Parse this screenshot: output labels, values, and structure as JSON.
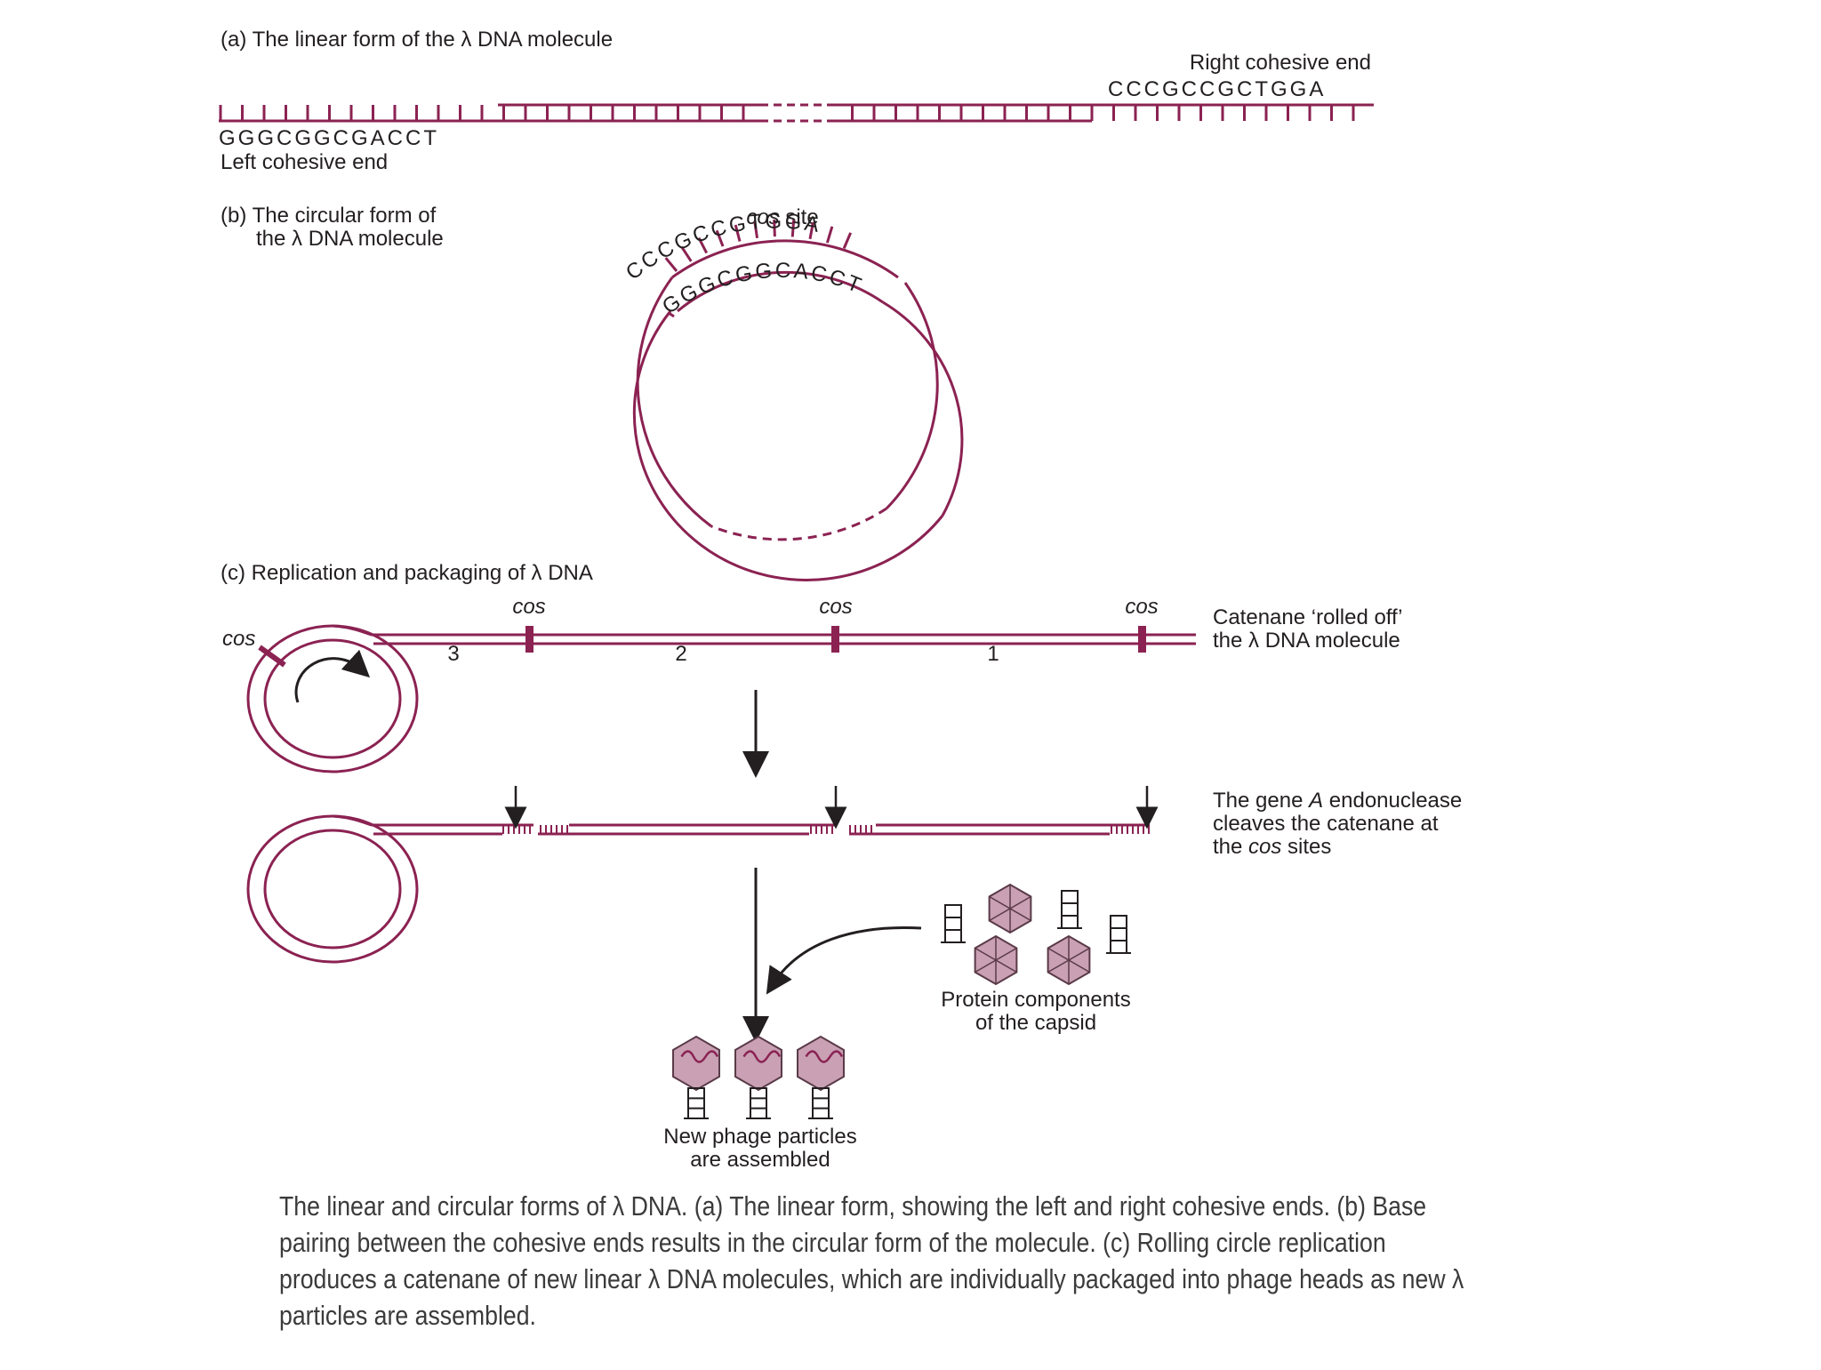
{
  "panel_a": {
    "title": "(a) The linear form of the λ DNA molecule",
    "right_end_label": "Right cohesive end",
    "right_end_seq": "CCCGCCGCTGGA",
    "left_end_seq": "GGGCGGCGACCT",
    "left_end_label": "Left cohesive end"
  },
  "panel_b": {
    "title_line1": "(b) The circular form of",
    "title_line2": "the λ DNA molecule",
    "cos_italic": "cos",
    "cos_rest": " site",
    "outer_seq": "CCCGCCGTGGA",
    "inner_seq": "GGGCGGCACCT"
  },
  "panel_c": {
    "title": "(c) Replication and packaging of λ DNA",
    "cos": "cos",
    "segments": [
      "3",
      "2",
      "1"
    ],
    "catenane_line1": "Catenane ‘rolled off’",
    "catenane_line2": "the λ DNA molecule",
    "endo_line1_a": "The gene ",
    "endo_line1_b": "A",
    "endo_line1_c": " endonuclease",
    "endo_line2": "cleaves the catenane at",
    "endo_line3_a": "the ",
    "endo_line3_b": "cos",
    "endo_line3_c": " sites",
    "protein_line1": "Protein components",
    "protein_line2": "of the capsid",
    "phage_line1": "New phage particles",
    "phage_line2": "are assembled"
  },
  "caption": "The linear and circular forms of λ DNA. (a) The linear form, showing the left and right cohesive ends. (b) Base pairing between the cohesive ends results in the circular form of the molecule. (c) Rolling circle replication produces a catenane of new linear λ DNA molecules, which are individually packaged into phage heads as new λ particles are assembled.",
  "colors": {
    "dna": "#8b2252",
    "ink": "#231f20",
    "capsid": "#c9a0b4",
    "caption": "#3b3b3b"
  }
}
